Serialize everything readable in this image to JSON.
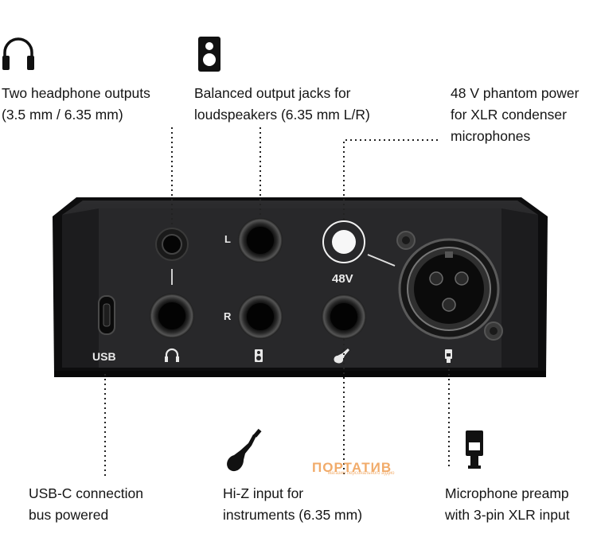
{
  "callouts": {
    "headphone": {
      "line1": "Two headphone outputs",
      "line2": "(3.5 mm / 6.35 mm)",
      "icon": "headphones-icon"
    },
    "balanced": {
      "line1": "Balanced output jacks for",
      "line2": "loudspeakers (6.35 mm L/R)",
      "icon": "speaker-icon"
    },
    "phantom": {
      "line1": "48 V phantom power",
      "line2": "for XLR condenser",
      "line3": "microphones"
    },
    "usb": {
      "line1": "USB-C connection",
      "line2": "bus powered"
    },
    "hiz": {
      "line1": "Hi-Z input for",
      "line2": "instruments (6.35 mm)",
      "icon": "guitar-icon"
    },
    "mic": {
      "line1": "Microphone preamp",
      "line2": "with 3-pin XLR input",
      "icon": "microphone-icon"
    }
  },
  "panel": {
    "left_label": "L",
    "right_label": "R",
    "phantom_label": "48V",
    "usb_label": "USB"
  },
  "watermark": {
    "text": "ПОРТАТИВ",
    "subtext": "магазин персонального аудио"
  },
  "colors": {
    "device_body": "#1b1b1d",
    "panel_face": "#2a2a2c",
    "text_dark": "#151515",
    "watermark": "#f0a35a"
  }
}
